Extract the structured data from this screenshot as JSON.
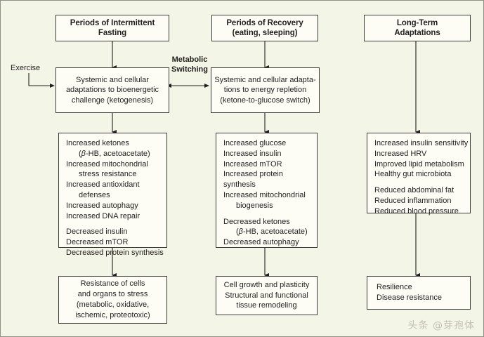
{
  "figure": {
    "background_color": "#f3f5e6",
    "box_fill_color": "#fdfdf6",
    "border_color": "#3a3a38",
    "text_color": "#231f20"
  },
  "columns": [
    {
      "id": "fasting",
      "header": {
        "line1": "Periods of Intermittent",
        "line2": "Fasting"
      },
      "mid": {
        "line1": "Systemic and cellular",
        "line2": "adaptations to bioenergetic",
        "line3": "challenge (ketogenesis)"
      },
      "effects": [
        {
          "text": "Increased ketones",
          "indent": false,
          "gap": false
        },
        {
          "text": "(β-HB, acetoacetate)",
          "indent": true,
          "gap": false
        },
        {
          "text": "Increased mitochondrial",
          "indent": false,
          "gap": false
        },
        {
          "text": "stress resistance",
          "indent": true,
          "gap": false
        },
        {
          "text": "Increased antioxidant",
          "indent": false,
          "gap": false
        },
        {
          "text": "defenses",
          "indent": true,
          "gap": false
        },
        {
          "text": "Increased autophagy",
          "indent": false,
          "gap": false
        },
        {
          "text": "Increased DNA repair",
          "indent": false,
          "gap": false
        },
        {
          "text": "Decreased insulin",
          "indent": false,
          "gap": true
        },
        {
          "text": "Decreased mTOR",
          "indent": false,
          "gap": false
        },
        {
          "text": "Decreased protein synthesis",
          "indent": false,
          "gap": false
        }
      ],
      "outcome": [
        "Resistance of cells",
        "and organs to stress",
        "(metabolic, oxidative,",
        "ischemic, proteotoxic)"
      ]
    },
    {
      "id": "recovery",
      "header": {
        "line1": "Periods of Recovery",
        "line2": "(eating, sleeping)"
      },
      "mid": {
        "line1": "Systemic and cellular adapta-",
        "line2": "tions to energy repletion",
        "line3": "(ketone-to-glucose switch)"
      },
      "effects": [
        {
          "text": "Increased glucose",
          "indent": false,
          "gap": false
        },
        {
          "text": "Increased insulin",
          "indent": false,
          "gap": false
        },
        {
          "text": "Increased mTOR",
          "indent": false,
          "gap": false
        },
        {
          "text": "Increased protein synthesis",
          "indent": false,
          "gap": false
        },
        {
          "text": "Increased mitochondrial",
          "indent": false,
          "gap": false
        },
        {
          "text": "biogenesis",
          "indent": true,
          "gap": false
        },
        {
          "text": "Decreased ketones",
          "indent": false,
          "gap": true
        },
        {
          "text": "(β-HB, acetoacetate)",
          "indent": true,
          "gap": false
        },
        {
          "text": "Decreased autophagy",
          "indent": false,
          "gap": false
        }
      ],
      "outcome": [
        "Cell growth and plasticity",
        "Structural and functional",
        "tissue remodeling"
      ]
    },
    {
      "id": "long-term",
      "header": {
        "line1": "Long-Term",
        "line2": "Adaptations"
      },
      "mid": null,
      "effects": [
        {
          "text": "Increased insulin sensitivity",
          "indent": false,
          "gap": false
        },
        {
          "text": "Increased HRV",
          "indent": false,
          "gap": false
        },
        {
          "text": "Improved lipid metabolism",
          "indent": false,
          "gap": false
        },
        {
          "text": "Healthy gut microbiota",
          "indent": false,
          "gap": false
        },
        {
          "text": "Reduced abdominal fat",
          "indent": false,
          "gap": true
        },
        {
          "text": "Reduced inflammation",
          "indent": false,
          "gap": false
        },
        {
          "text": "Reduced blood pressure",
          "indent": false,
          "gap": false
        }
      ],
      "outcome": [
        "Resilience",
        "Disease resistance"
      ]
    }
  ],
  "annotations": {
    "exercise_label": "Exercise",
    "metabolic_switching": {
      "line1": "Metabolic",
      "line2": "Switching"
    }
  },
  "watermark": {
    "text": "头条 @芽孢体"
  }
}
